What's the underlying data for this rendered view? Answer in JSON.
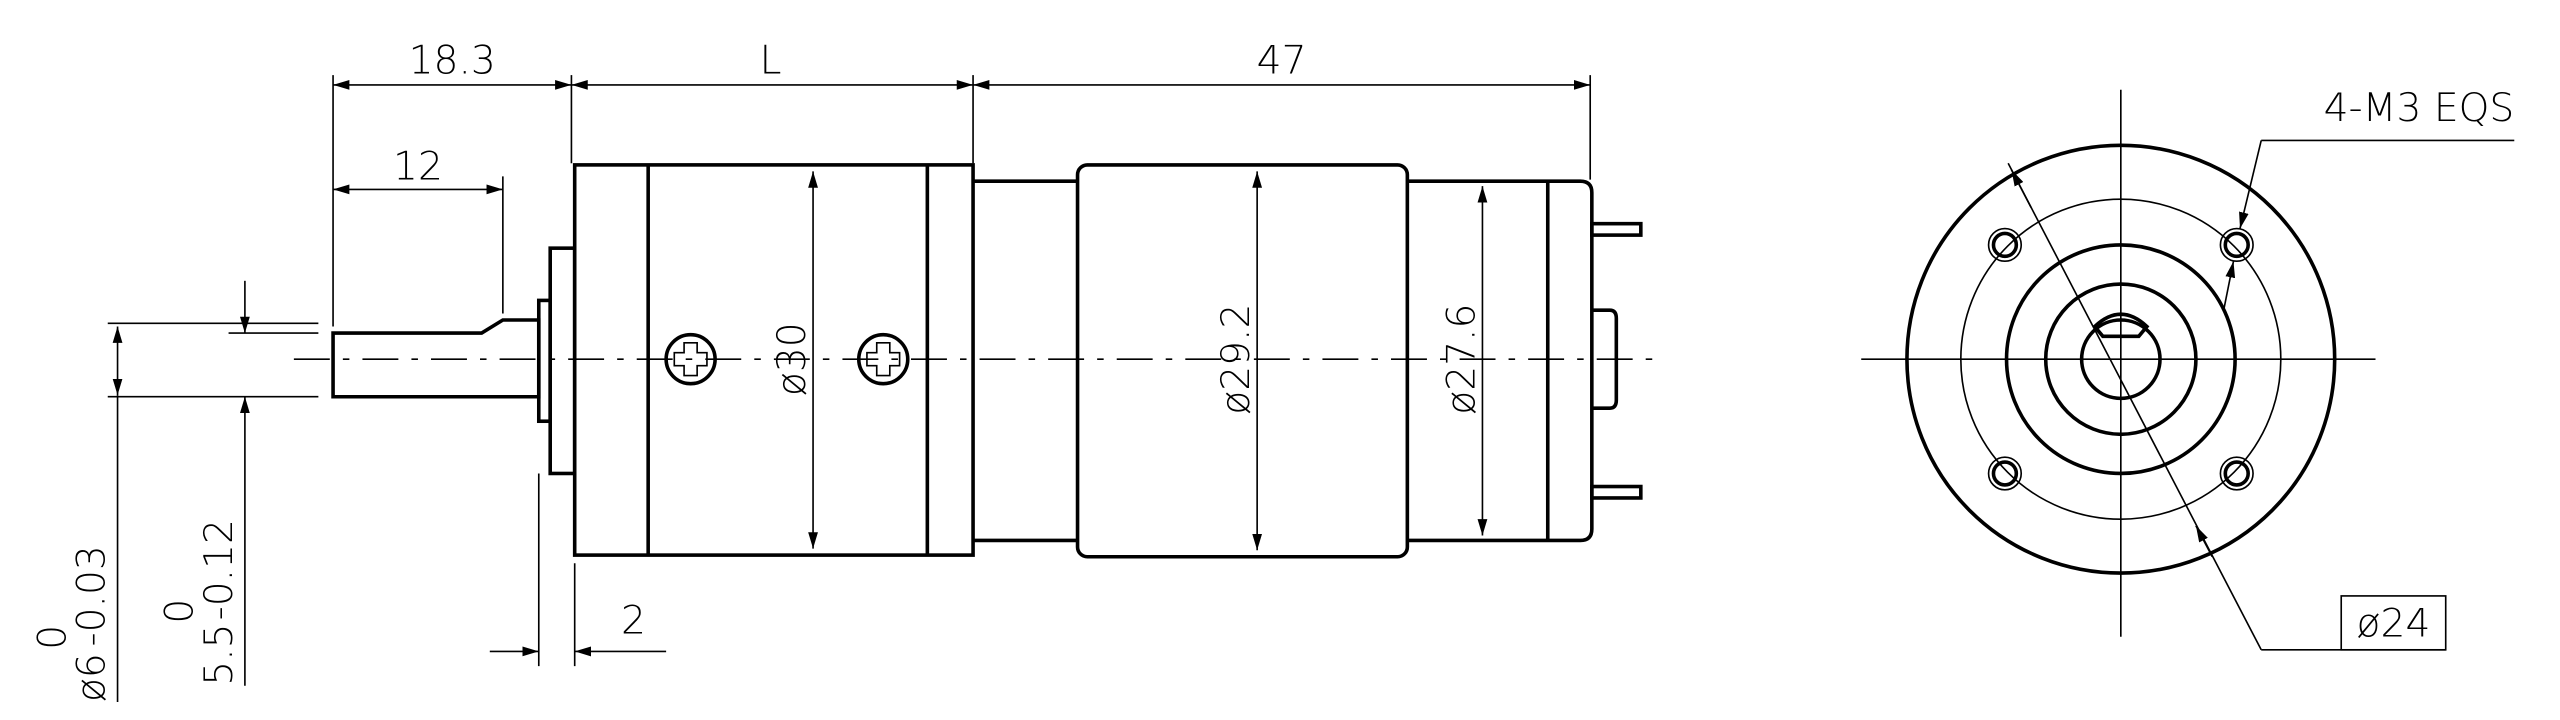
{
  "drawing": {
    "title": "Planetary gear motor dimension drawing",
    "dimensions": {
      "shaft_total": "18.3",
      "gearbox_length": "L",
      "motor_length": "47",
      "shaft_flat_length": "12",
      "collar_thickness": "2",
      "gearbox_diameter": "ø30",
      "motor_band_diameter": "ø29.2",
      "motor_rear_diameter": "ø27.6",
      "shaft_diameter": "ø6",
      "shaft_diameter_tol_upper": "0",
      "shaft_diameter_tol_lower": "-0.03",
      "shaft_flat": "5.5",
      "shaft_flat_tol_upper": "0",
      "shaft_flat_tol_lower": "-0.12",
      "mounting_holes": "4-M3 EQS",
      "bolt_circle": "ø24"
    },
    "line_color": "#000000",
    "background": "#ffffff"
  }
}
